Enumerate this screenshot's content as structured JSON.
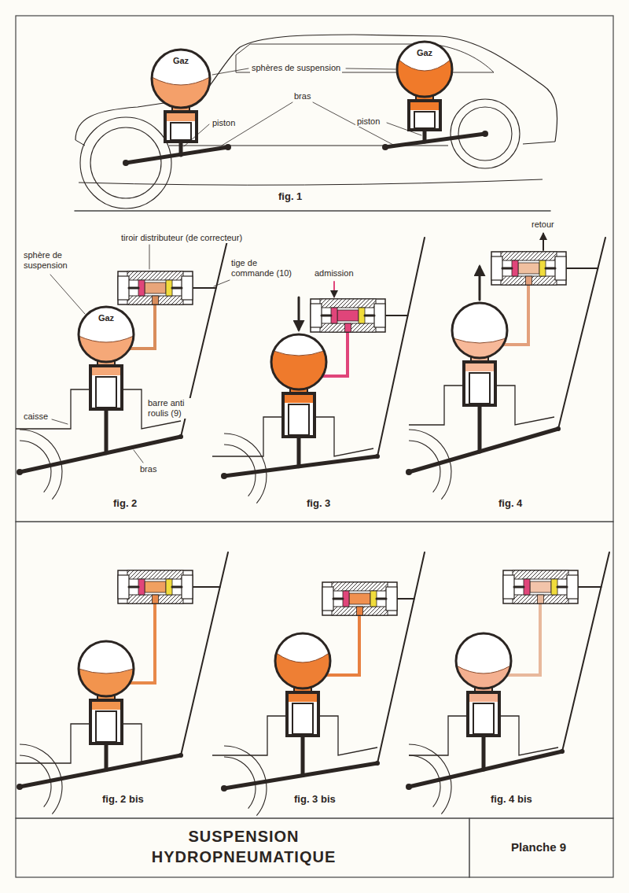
{
  "diagram": {
    "title": "SUSPENSION HYDROPNEUMATIQUE",
    "nodes": [
      {
        "text": [
          "Gaz"
        ]
      },
      {
        "text": [
          "Gaz"
        ]
      },
      {
        "text": [
          "Gaz"
        ]
      }
    ],
    "labels": [
      "sphères de suspension",
      "bras",
      "piston",
      "piston",
      "fig. 1",
      "tiroir distributeur (de correcteur)",
      "sphère de suspension",
      "tige de commande (10)",
      "caisse",
      "barre anti roulis (9)",
      "bras",
      "fig. 2",
      "admission",
      "fig. 3",
      "retour",
      "fig. 4",
      "fig. 2 bis",
      "fig. 3 bis",
      "fig. 4 bis",
      "Planche 9"
    ]
  }
}
